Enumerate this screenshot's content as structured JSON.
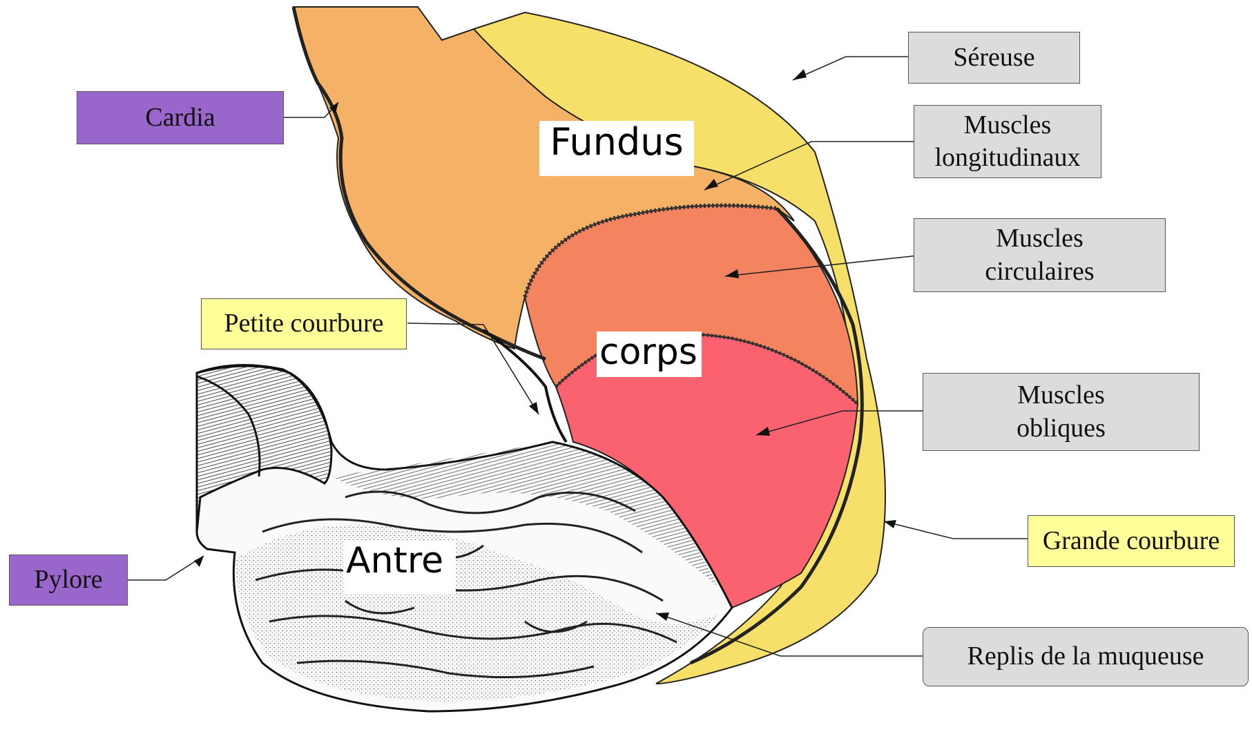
{
  "labels": {
    "sereuse": "Séreuse",
    "muscles_longitudinaux": "Muscles\nlongitudinaux",
    "muscles_circulaires": "Muscles\ncirculaires",
    "muscles_obliques": "Muscles\nobliques",
    "grande_courbure": "Grande courbure",
    "replis": "Replis de la muqueuse",
    "cardia": "Cardia",
    "petite_courbure": "Petite courbure",
    "pylore": "Pylore"
  },
  "regions": {
    "fundus": "Fundus",
    "corps": "corps",
    "antre": "Antre"
  },
  "colors": {
    "serosa_yellow": "#f7e06a",
    "longitudinal_orange": "#f5b266",
    "circular_salmon": "#f4845f",
    "oblique_red": "#fb6270",
    "label_grey": "#dcdcdc",
    "label_purple": "#9966cc",
    "label_yellow": "#ffff99"
  }
}
